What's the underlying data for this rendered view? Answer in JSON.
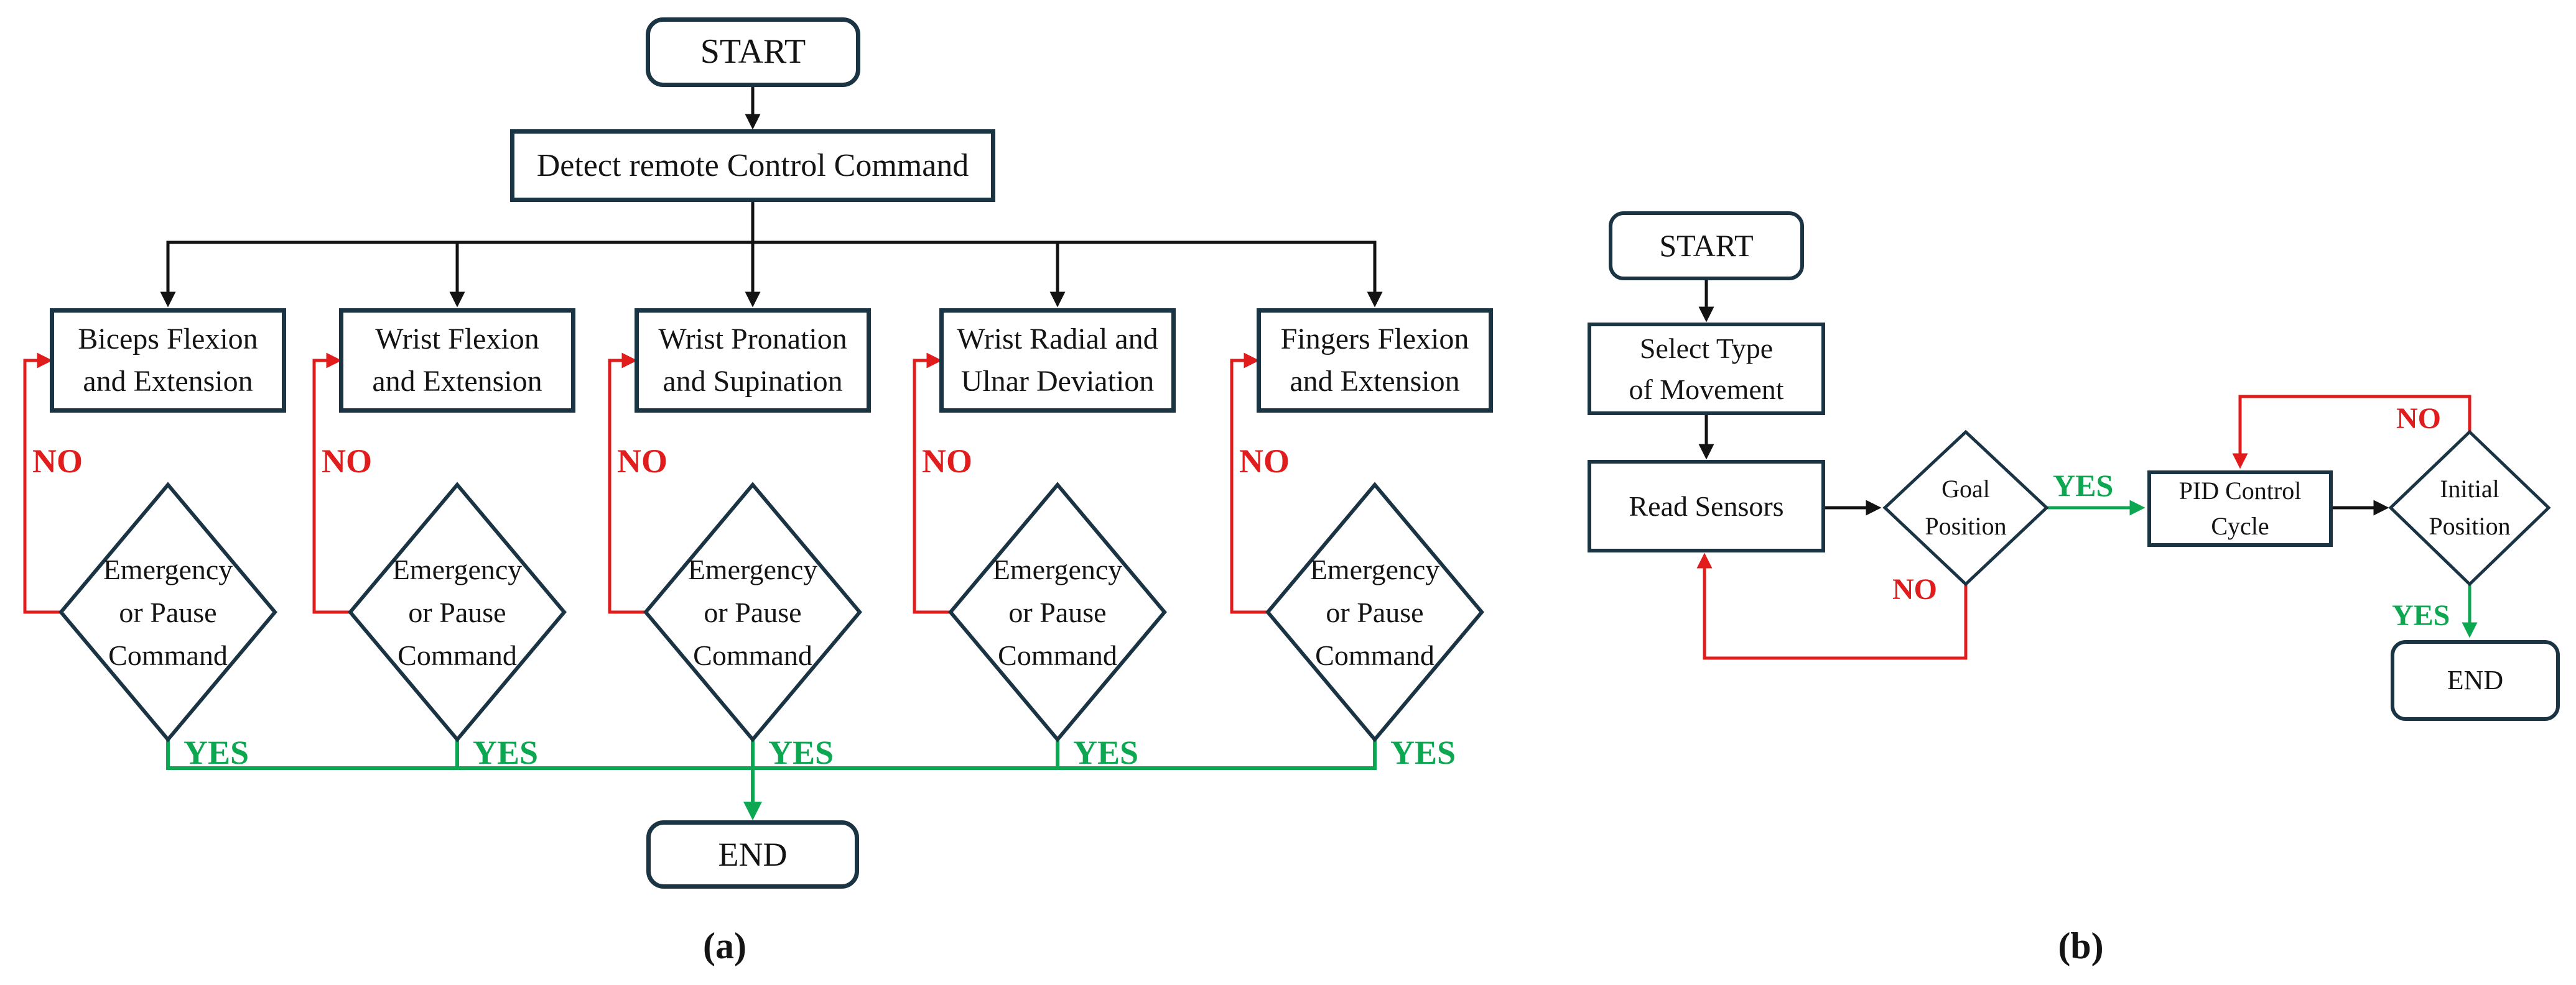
{
  "figure": {
    "colors": {
      "node_border": "#1b3444",
      "black_line": "#131313",
      "no_red": "#e01c1c",
      "yes_green": "#0ca750",
      "text": "#141414",
      "background": "#ffffff"
    },
    "panel_a": {
      "caption": "(a)",
      "start_label": "START",
      "detect_label": "Detect remote Control Command",
      "end_label": "END",
      "branches": [
        {
          "action": "Biceps Flexion\nand Extension",
          "decision": "Emergency\nor Pause\nCommand",
          "no_label": "NO",
          "yes_label": "YES"
        },
        {
          "action": "Wrist Flexion\nand Extension",
          "decision": "Emergency\nor Pause\nCommand",
          "no_label": "NO",
          "yes_label": "YES"
        },
        {
          "action": "Wrist Pronation\nand Supination",
          "decision": "Emergency\nor Pause\nCommand",
          "no_label": "NO",
          "yes_label": "YES"
        },
        {
          "action": "Wrist Radial and\nUlnar Deviation",
          "decision": "Emergency\nor Pause\nCommand",
          "no_label": "NO",
          "yes_label": "YES"
        },
        {
          "action": "Fingers Flexion\nand Extension",
          "decision": "Emergency\nor Pause\nCommand",
          "no_label": "NO",
          "yes_label": "YES"
        }
      ]
    },
    "panel_b": {
      "caption": "(b)",
      "start_label": "START",
      "select_label": "Select Type\nof Movement",
      "read_label": "Read Sensors",
      "goal_label": "Goal\nPosition",
      "yes1_label": "YES",
      "no1_label": "NO",
      "pid_label": "PID Control\nCycle",
      "initial_label": "Initial\nPosition",
      "no2_label": "NO",
      "yes2_label": "YES",
      "end_label": "END"
    }
  }
}
